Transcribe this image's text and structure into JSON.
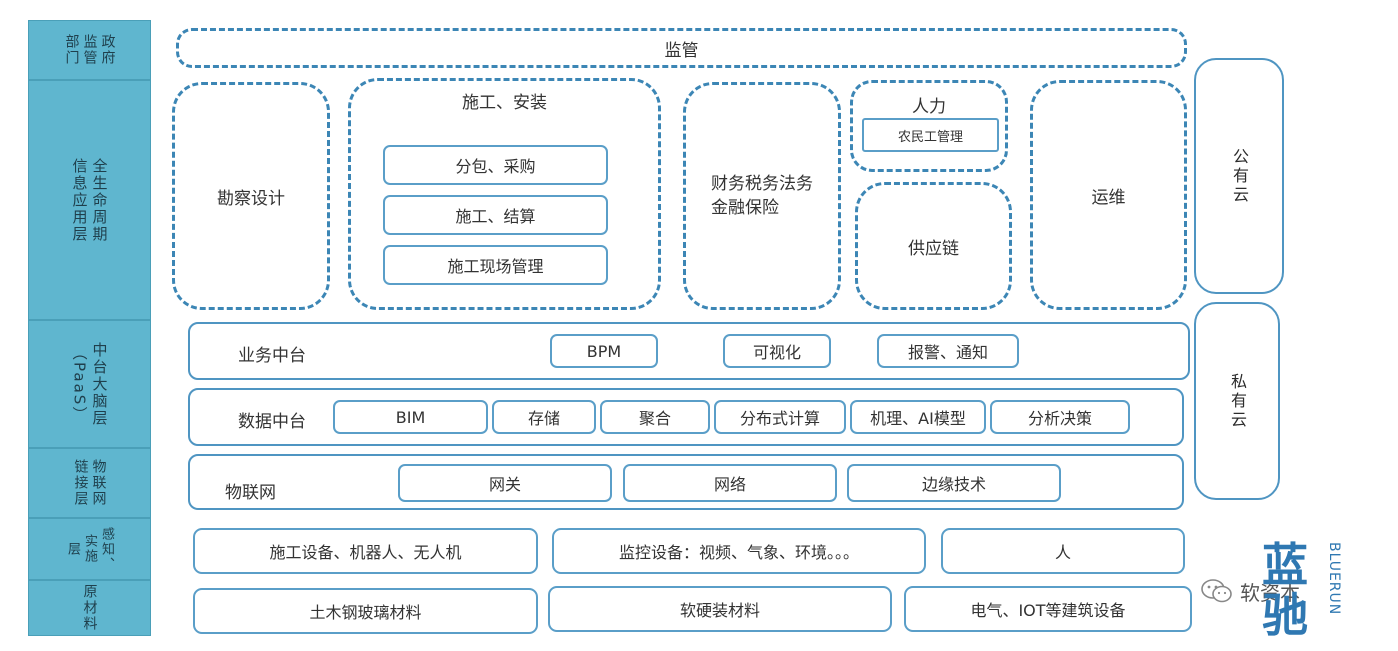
{
  "layers": {
    "gov": "政府\n监管\n部门",
    "lifecycle": "全生命周期\n信息应用层",
    "paas": "中台大脑层\n（PaaS）",
    "iot": "物联网\n链接层",
    "sense": "感知、\n实施\n层",
    "material": "原材料"
  },
  "top": {
    "supervision": "监管"
  },
  "apps": {
    "survey": "勘察设计",
    "construction": {
      "title": "施工、安装",
      "items": [
        "分包、采购",
        "施工、结算",
        "施工现场管理"
      ]
    },
    "finance": "财务税务法务\n金融保险",
    "hr": {
      "title": "人力",
      "item": "农民工管理"
    },
    "supply": "供应链",
    "ops": "运维"
  },
  "business": {
    "label": "业务中台",
    "items": [
      "BPM",
      "可视化",
      "报警、通知"
    ]
  },
  "data": {
    "label": "数据中台",
    "items": [
      "BIM",
      "存储",
      "聚合",
      "分布式计算",
      "机理、AI模型",
      "分析决策"
    ]
  },
  "iot": {
    "label": "物联网",
    "items": [
      "网关",
      "网络",
      "边缘技术"
    ]
  },
  "sense": {
    "items": [
      "施工设备、机器人、无人机",
      "监控设备：视频、气象、环境。。。",
      "人"
    ]
  },
  "material": {
    "items": [
      "土木钢玻璃材料",
      "软硬装材料",
      "电气、IOT等建筑设备"
    ]
  },
  "clouds": {
    "public": "公有云",
    "private": "私有云"
  },
  "watermark": {
    "wechat": "软资本",
    "logo": "蓝驰",
    "logo_en": "BLUERUN"
  }
}
